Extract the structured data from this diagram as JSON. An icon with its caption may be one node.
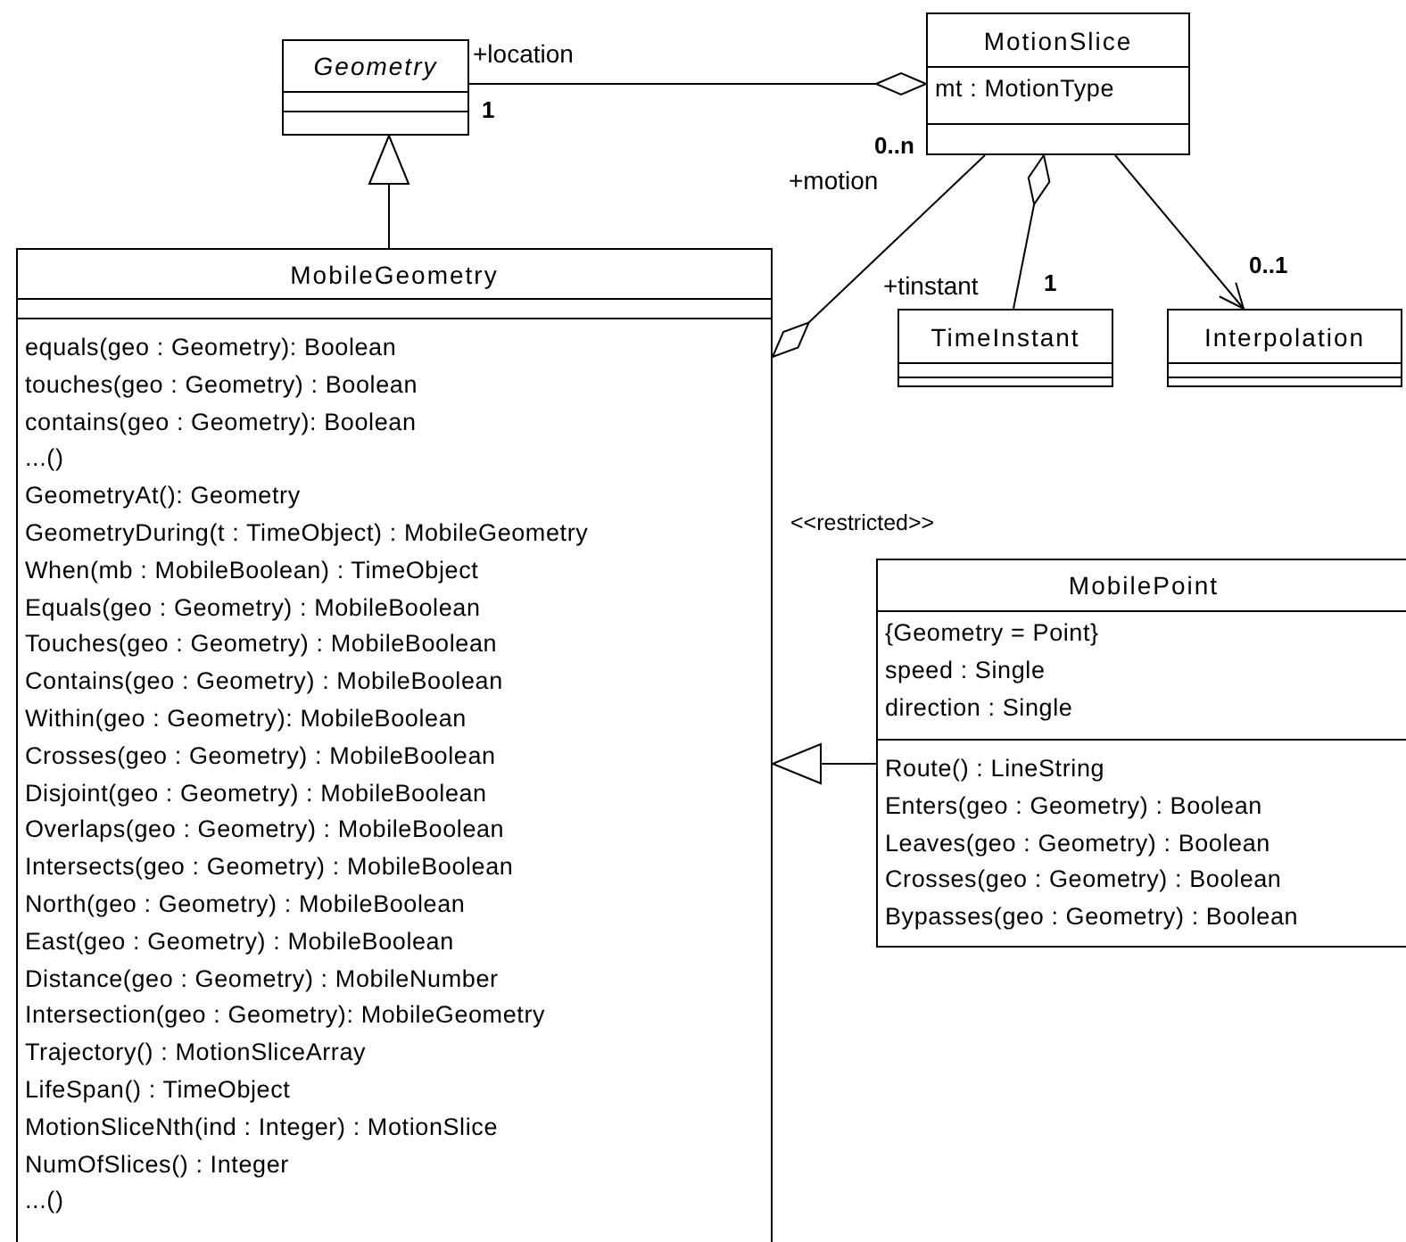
{
  "diagram": {
    "nodes": [
      {
        "text": [
          "Geometry"
        ]
      },
      {
        "text": [
          "MotionSlice",
          "mt : MotionType"
        ]
      },
      {
        "text": [
          "MobileGeometry",
          "equals(geo : Geometry): Boolean",
          "touches(geo : Geometry) : Boolean",
          "contains(geo : Geometry): Boolean",
          "...()",
          "GeometryAt(): Geometry",
          "GeometryDuring(t : TimeObject) : MobileGeometry",
          "When(mb : MobileBoolean) : TimeObject",
          "Equals(geo : Geometry) : MobileBoolean",
          "Touches(geo : Geometry) : MobileBoolean",
          "Contains(geo : Geometry) : MobileBoolean",
          "Within(geo : Geometry): MobileBoolean",
          "Crosses(geo : Geometry) : MobileBoolean",
          "Disjoint(geo : Geometry) : MobileBoolean",
          "Overlaps(geo : Geometry) : MobileBoolean",
          "Intersects(geo : Geometry) : MobileBoolean",
          "North(geo : Geometry) : MobileBoolean",
          "East(geo : Geometry) : MobileBoolean",
          "Distance(geo : Geometry) : MobileNumber",
          "Intersection(geo : Geometry): MobileGeometry",
          "Trajectory() : MotionSliceArray",
          "LifeSpan() : TimeObject",
          "MotionSliceNth(ind : Integer) : MotionSlice",
          "NumOfSlices() : Integer",
          "...()"
        ]
      },
      {
        "text": [
          "TimeInstant"
        ]
      },
      {
        "text": [
          "Interpolation"
        ]
      },
      {
        "text": [
          "MobilePoint",
          "{Geometry = Point}",
          "speed : Single",
          "direction : Single",
          "Route() : LineString",
          "Enters(geo : Geometry) : Boolean",
          "Leaves(geo : Geometry) : Boolean",
          "Crosses(geo : Geometry) : Boolean",
          "Bypasses(geo : Geometry) : Boolean"
        ]
      }
    ],
    "edges": [
      {
        "from": 2,
        "to": 0,
        "arrow": "to"
      },
      {
        "from": 0,
        "to": 1,
        "arrow": "other"
      },
      {
        "from": 1,
        "to": 2,
        "arrow": "other"
      },
      {
        "from": 3,
        "to": 1,
        "arrow": "other"
      },
      {
        "from": 1,
        "to": 4,
        "arrow": "to"
      },
      {
        "from": 5,
        "to": 2,
        "arrow": "to"
      }
    ],
    "labels": [
      "+location",
      "1",
      "0..n",
      "+motion",
      "+tinstant",
      "1",
      "0..1",
      "<<restricted>>"
    ]
  }
}
